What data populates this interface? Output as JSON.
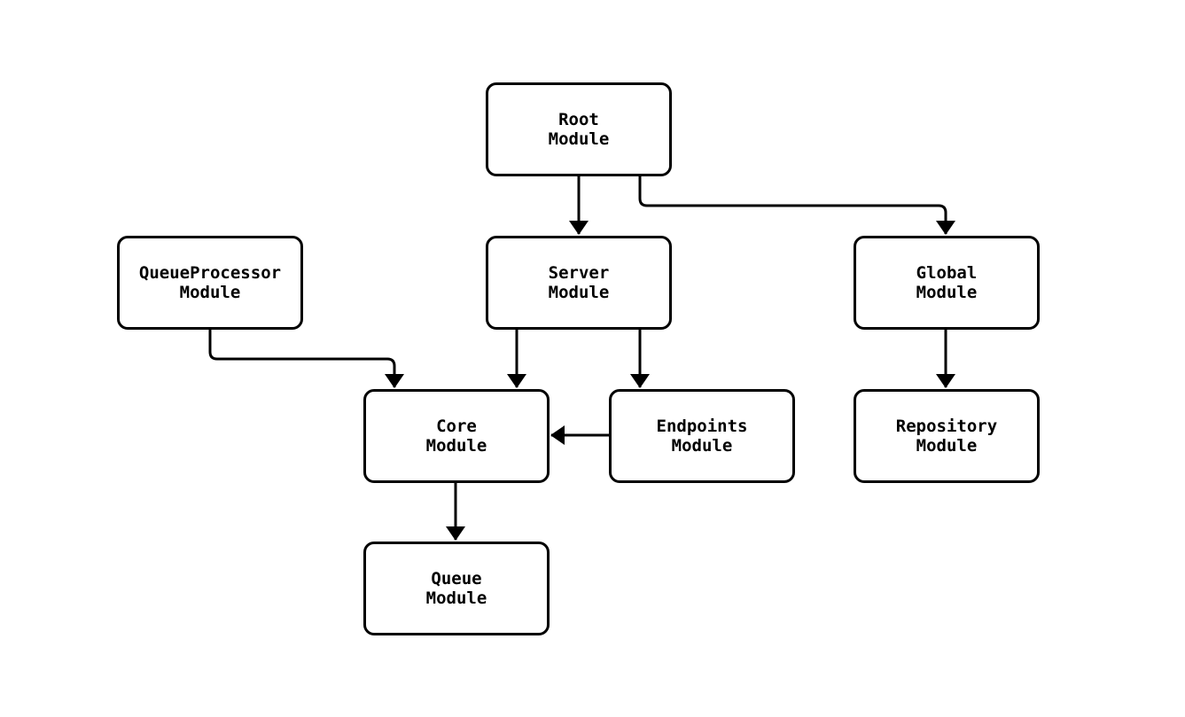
{
  "diagram": {
    "background_color": "#ffffff",
    "node_fill_color": "#ffffff",
    "node_border_color": "#000000",
    "edge_color": "#000000",
    "text_color": "#000000",
    "nodes": [
      {
        "id": "root",
        "label": "Root\nModule"
      },
      {
        "id": "queueprocessor",
        "label": "QueueProcessor\nModule"
      },
      {
        "id": "server",
        "label": "Server\nModule"
      },
      {
        "id": "global",
        "label": "Global\nModule"
      },
      {
        "id": "core",
        "label": "Core\nModule"
      },
      {
        "id": "endpoints",
        "label": "Endpoints\nModule"
      },
      {
        "id": "repository",
        "label": "Repository\nModule"
      },
      {
        "id": "queue",
        "label": "Queue\nModule"
      }
    ],
    "edges": [
      {
        "from": "root",
        "to": "server"
      },
      {
        "from": "root",
        "to": "global"
      },
      {
        "from": "queueprocessor",
        "to": "core"
      },
      {
        "from": "server",
        "to": "core"
      },
      {
        "from": "server",
        "to": "endpoints"
      },
      {
        "from": "endpoints",
        "to": "core"
      },
      {
        "from": "global",
        "to": "repository"
      },
      {
        "from": "core",
        "to": "queue"
      }
    ]
  }
}
